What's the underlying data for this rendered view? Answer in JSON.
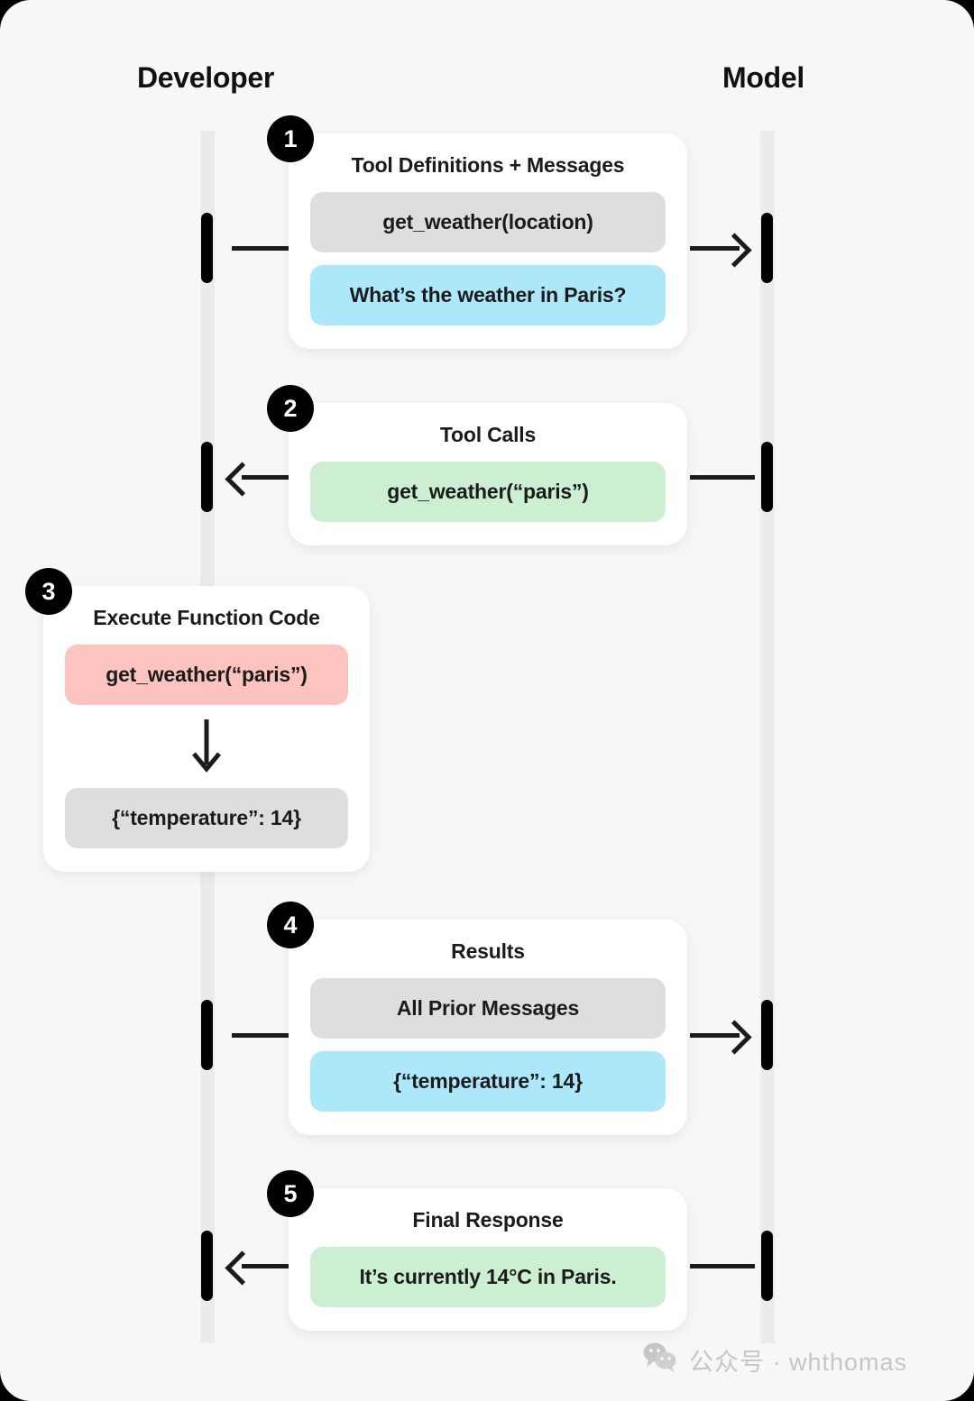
{
  "columns": {
    "left_label": "Developer",
    "right_label": "Model"
  },
  "colors": {
    "canvas": "#F7F7F7",
    "card": "#FFFFFF",
    "lifeline": "#EBEBEB",
    "activation": "#000000",
    "badge": "#000000",
    "pill_grey": "#DEDEDE",
    "pill_blue": "#ACE8F9",
    "pill_green": "#CCEFD2",
    "pill_pink": "#FDC3BE",
    "text": "#1B1B1B",
    "watermark": "#C6C6C6"
  },
  "steps": [
    {
      "number": "1",
      "title": "Tool Definitions + Messages",
      "direction": "developer-to-model",
      "pills": [
        {
          "text": "get_weather(location)",
          "color": "grey"
        },
        {
          "text": "What’s the weather in Paris?",
          "color": "blue"
        }
      ]
    },
    {
      "number": "2",
      "title": "Tool Calls",
      "direction": "model-to-developer",
      "pills": [
        {
          "text": "get_weather(“paris”)",
          "color": "green"
        }
      ]
    },
    {
      "number": "3",
      "title": "Execute Function Code",
      "direction": "local",
      "pills": [
        {
          "text": "get_weather(“paris”)",
          "color": "pink"
        },
        {
          "text": "{“temperature”: 14}",
          "color": "grey"
        }
      ],
      "arrow_between_pills": "down-arrow-icon"
    },
    {
      "number": "4",
      "title": "Results",
      "direction": "developer-to-model",
      "pills": [
        {
          "text": "All Prior Messages",
          "color": "grey"
        },
        {
          "text": "{“temperature”: 14}",
          "color": "blue"
        }
      ]
    },
    {
      "number": "5",
      "title": "Final Response",
      "direction": "model-to-developer",
      "pills": [
        {
          "text": "It’s currently 14°C in Paris.",
          "color": "green"
        }
      ]
    }
  ],
  "watermark": {
    "icon": "wechat-icon",
    "text": "公众号 · whthomas"
  }
}
